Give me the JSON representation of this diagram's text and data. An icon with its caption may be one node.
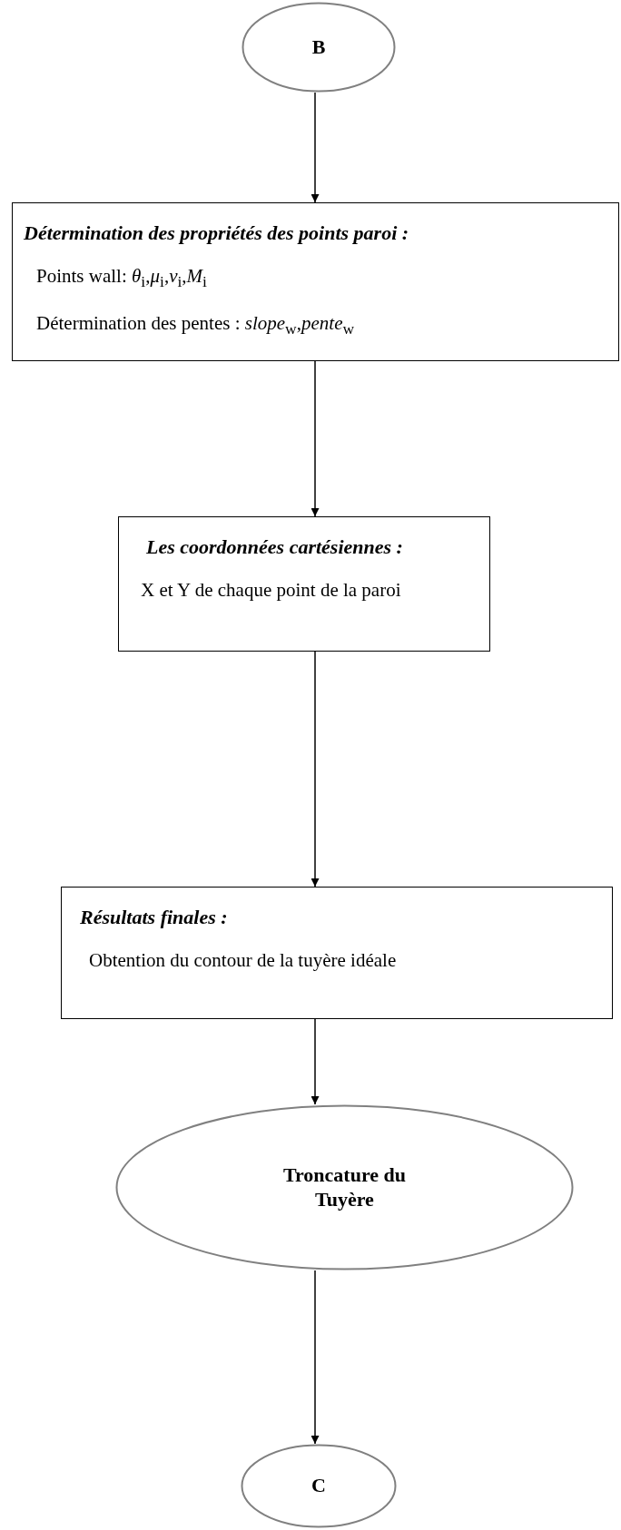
{
  "diagram": {
    "nodes": [
      {
        "text": [
          "B"
        ]
      },
      {
        "text": [
          "Détermination des propriétés des points paroi :",
          "Points wall:  *θ*$_{i}$,*μ*$_{i}$,*v*$_{i}$,*M*$_{i}$",
          "Détermination des pentes : *slope*$_{w}$,*pente*$_{w}$"
        ]
      },
      {
        "text": [
          "Les coordonnées cartésiennes :",
          "X et Y de chaque point de la paroi"
        ]
      },
      {
        "text": [
          "Résultats finales :",
          "Obtention du contour de la tuyère idéale"
        ]
      },
      {
        "text": [
          "Troncature du Tuyère"
        ]
      },
      {
        "text": [
          "C"
        ]
      }
    ],
    "edges": [
      {
        "from": 0,
        "to": 1,
        "arrow": "to"
      },
      {
        "from": 1,
        "to": 2,
        "arrow": "to"
      },
      {
        "from": 2,
        "to": 3,
        "arrow": "to"
      },
      {
        "from": 3,
        "to": 4,
        "arrow": "to"
      },
      {
        "from": 4,
        "to": 5,
        "arrow": "to"
      }
    ]
  }
}
